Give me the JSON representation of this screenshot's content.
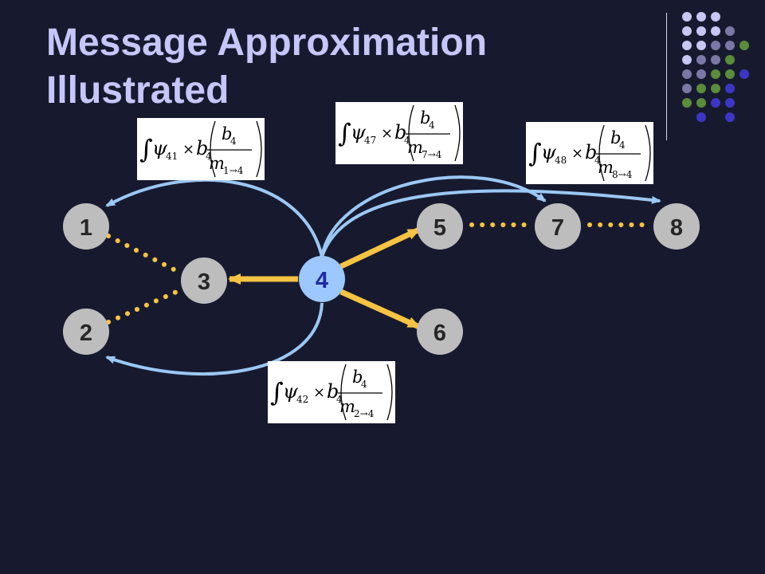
{
  "title": {
    "line1": "Message Approximation",
    "line2": "Illustrated"
  },
  "colors": {
    "background": "#171a2e",
    "title": "#c7c6fb",
    "node_fill": "#bdbdbd",
    "node_text": "#262626",
    "focus_node_fill": "#9dc8ff",
    "focus_node_text": "#1f2aa3",
    "blue_arrow": "#9bc8f5",
    "yellow": "#f6c343"
  },
  "nodes": [
    {
      "id": "1",
      "label": "1"
    },
    {
      "id": "2",
      "label": "2"
    },
    {
      "id": "3",
      "label": "3"
    },
    {
      "id": "4",
      "label": "4"
    },
    {
      "id": "5",
      "label": "5"
    },
    {
      "id": "6",
      "label": "6"
    },
    {
      "id": "7",
      "label": "7"
    },
    {
      "id": "8",
      "label": "8"
    }
  ],
  "formulas": [
    {
      "psi_sub": "41",
      "b_sub": "4",
      "num_b_sub": "4",
      "m_sub": "1→4"
    },
    {
      "psi_sub": "47",
      "b_sub": "4",
      "num_b_sub": "4",
      "m_sub": "7→4"
    },
    {
      "psi_sub": "48",
      "b_sub": "4",
      "num_b_sub": "4",
      "m_sub": "8→4"
    },
    {
      "psi_sub": "42",
      "b_sub": "4",
      "num_b_sub": "4",
      "m_sub": "2→4"
    }
  ],
  "math_symbols": {
    "integral": "∫",
    "psi": "ψ",
    "times": "×",
    "b": "b",
    "m": "m"
  }
}
